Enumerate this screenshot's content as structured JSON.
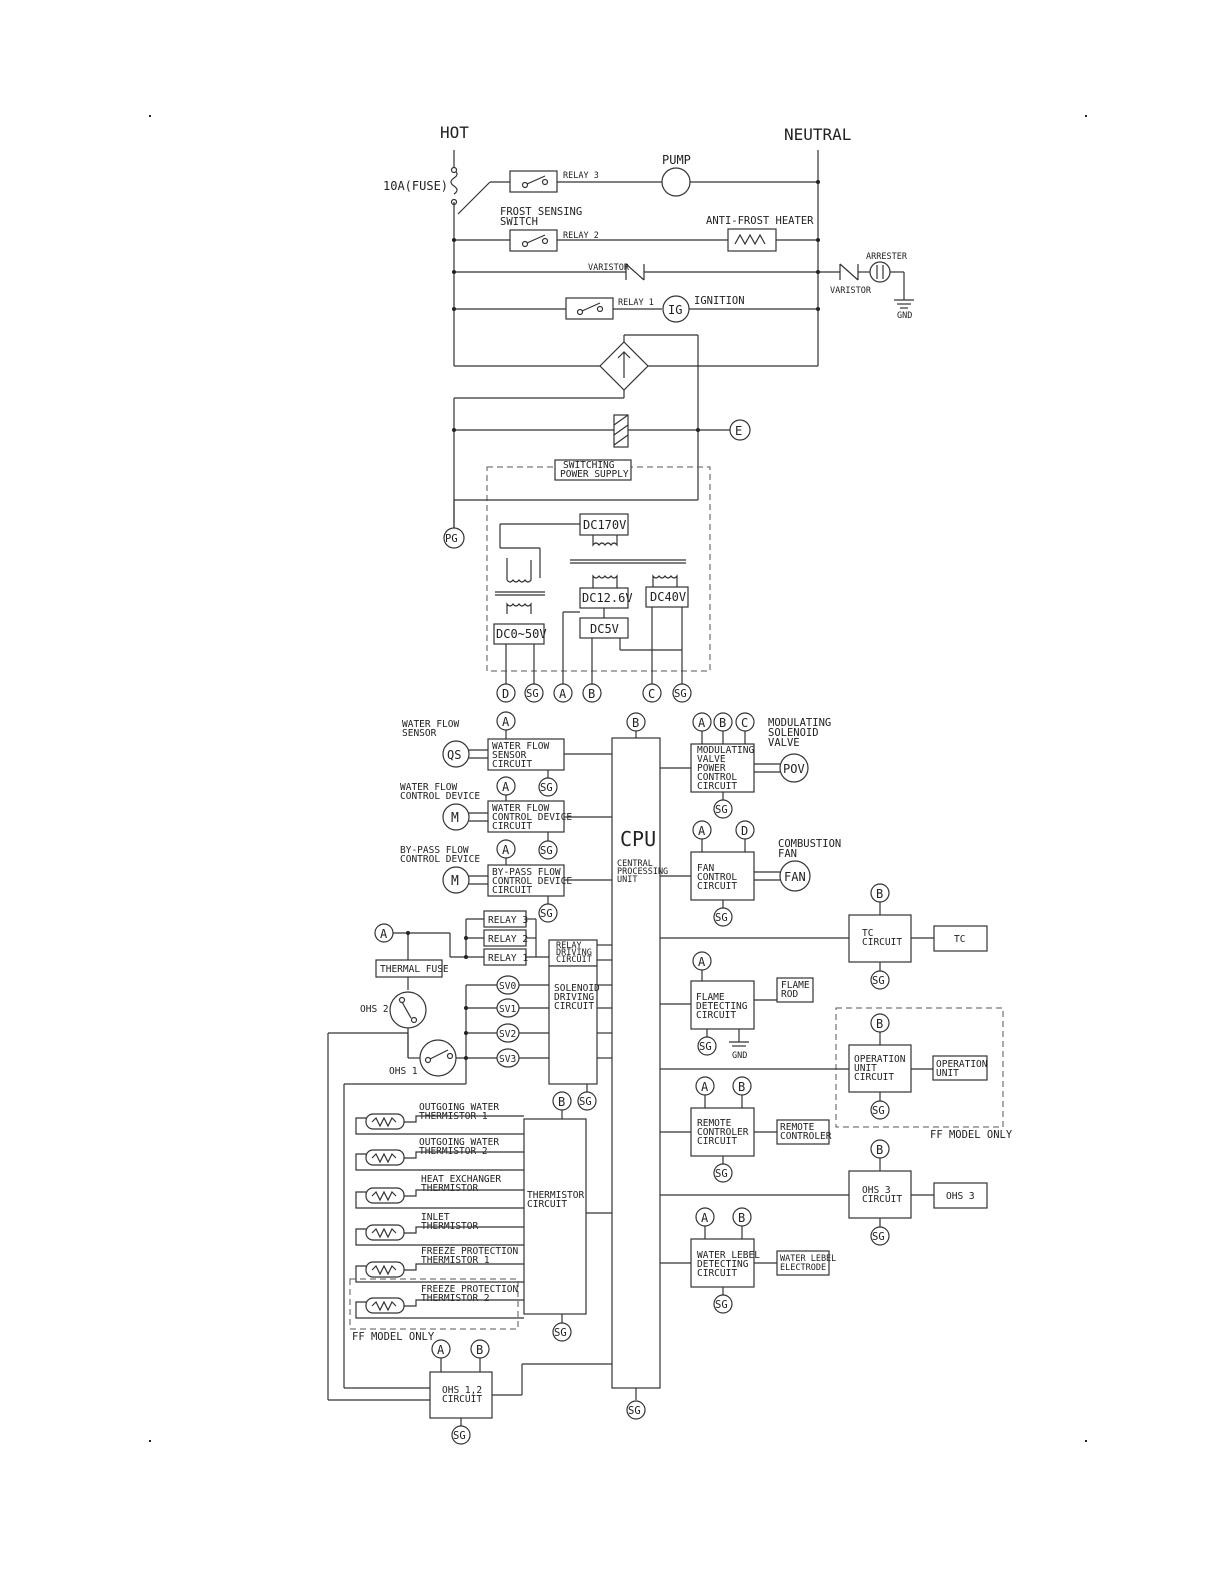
{
  "supply": {
    "hot": "HOT",
    "neutral": "NEUTRAL",
    "fuse": "10A(FUSE)",
    "relay3": "RELAY 3",
    "pump": "PUMP",
    "frost_switch_1": "FROST SENSING",
    "frost_switch_2": "SWITCH",
    "relay2": "RELAY 2",
    "anti_frost": "ANTI-FROST HEATER",
    "varistor": "VARISTOR",
    "arrester": "ARRESTER",
    "varistor2": "VARISTOR",
    "gnd": "GND",
    "relay1": "RELAY 1",
    "ig": "IG",
    "ignition": "IGNITION"
  },
  "power": {
    "e": "E",
    "switching_1": "SWITCHING",
    "switching_2": "POWER SUPPLY",
    "pg": "PG",
    "dc170": "DC170V",
    "dc126": "DC12.6V",
    "dc40": "DC40V",
    "dc5": "DC5V",
    "dc050": "DC0~50V",
    "out": [
      "D",
      "SG",
      "A",
      "B",
      "C",
      "SG"
    ]
  },
  "cpu": {
    "label": "CPU",
    "sub_1": "CENTRAL",
    "sub_2": "PROCESSING",
    "sub_3": "UNIT",
    "top": "B",
    "bottom": "SG"
  },
  "left": {
    "wfs_label_1": "WATER FLOW",
    "wfs_label_2": "SENSOR",
    "qs": "QS",
    "wfs_a": "A",
    "wfs_box": [
      "WATER FLOW",
      "SENSOR",
      "CIRCUIT"
    ],
    "wfs_sg": "SG",
    "wfc_label_1": "WATER FLOW",
    "wfc_label_2": "CONTROL DEVICE",
    "wfc_m": "M",
    "wfc_a": "A",
    "wfc_box": [
      "WATER FLOW",
      "CONTROL DEVICE",
      "CIRCUIT"
    ],
    "wfc_sg": "SG",
    "bp_label_1": "BY-PASS FLOW",
    "bp_label_2": "CONTROL DEVICE",
    "bp_m": "M",
    "bp_a": "A",
    "bp_box": [
      "BY-PASS FLOW",
      "CONTROL DEVICE",
      "CIRCUIT"
    ],
    "bp_sg": "SG",
    "relay_a": "A",
    "relays": [
      "RELAY 3",
      "RELAY 2",
      "RELAY 1"
    ],
    "relay_driving": [
      "RELAY",
      "DRIVING",
      "CIRCUIT"
    ],
    "thermal_fuse": "THERMAL FUSE",
    "ohs2": "OHS 2",
    "ohs1": "OHS 1",
    "svs": [
      "SV0",
      "SV1",
      "SV2",
      "SV3"
    ],
    "solenoid": [
      "SOLENOID",
      "DRIVING",
      "CIRCUIT"
    ],
    "solenoid_b": "B",
    "solenoid_sg": "SG",
    "thermistors": [
      [
        "OUTGOING WATER",
        "THERMISTOR 1"
      ],
      [
        "OUTGOING WATER",
        "THERMISTOR 2"
      ],
      [
        "HEAT EXCHANGER",
        "THERMISTOR"
      ],
      [
        "INLET",
        "THERMISTOR"
      ],
      [
        "FREEZE PROTECTION",
        "THERMISTOR 1"
      ],
      [
        "FREEZE PROTECTION",
        "THERMISTOR 2"
      ]
    ],
    "thermistor_circuit": [
      "THERMISTOR",
      "CIRCUIT"
    ],
    "thermistor_sg": "SG",
    "ff_model": "FF MODEL ONLY",
    "ohs12_a": "A",
    "ohs12_b": "B",
    "ohs12_box": [
      "OHS 1,2",
      "CIRCUIT"
    ],
    "ohs12_sg": "SG"
  },
  "right": {
    "mod_a": "A",
    "mod_b": "B",
    "mod_c": "C",
    "mod_label": [
      "MODULATING",
      "SOLENOID",
      "VALVE"
    ],
    "mod_box": [
      "MODULATING",
      "VALVE",
      "POWER",
      "CONTROL",
      "CIRCUIT"
    ],
    "pov": "POV",
    "mod_sg": "SG",
    "fan_a": "A",
    "fan_d": "D",
    "fan_label": [
      "COMBUSTION",
      "FAN"
    ],
    "fan_box": [
      "FAN",
      "CONTROL",
      "CIRCUIT"
    ],
    "fan": "FAN",
    "fan_sg": "SG",
    "tc_b": "B",
    "tc_box": [
      "TC",
      "CIRCUIT"
    ],
    "tc": "TC",
    "tc_sg": "SG",
    "flame_a": "A",
    "flame_box": [
      "FLAME",
      "DETECTING",
      "CIRCUIT"
    ],
    "flame_rod": [
      "FLAME",
      "ROD"
    ],
    "flame_sg": "SG",
    "flame_gnd": "GND",
    "op_b": "B",
    "op_box": [
      "OPERATION",
      "UNIT",
      "CIRCUIT"
    ],
    "op_unit": [
      "OPERATION",
      "UNIT"
    ],
    "op_sg": "SG",
    "ff_model": "FF MODEL ONLY",
    "rc_a": "A",
    "rc_b": "B",
    "rc_box": [
      "REMOTE",
      "CONTROLER",
      "CIRCUIT"
    ],
    "rc_unit": [
      "REMOTE",
      "CONTROLER"
    ],
    "rc_sg": "SG",
    "ohs3_b": "B",
    "ohs3_box": [
      "OHS 3",
      "CIRCUIT"
    ],
    "ohs3": "OHS 3",
    "ohs3_sg": "SG",
    "wl_a": "A",
    "wl_b": "B",
    "wl_box": [
      "WATER LEBEL",
      "DETECTING",
      "CIRCUIT"
    ],
    "wl_unit": [
      "WATER LEBEL",
      "ELECTRODE"
    ],
    "wl_sg": "SG"
  }
}
